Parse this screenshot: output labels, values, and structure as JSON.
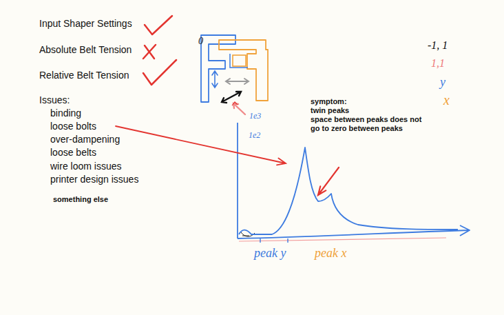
{
  "diagram": {
    "labels": [
      "Input Shaper Settings",
      "Absolute Belt Tension",
      "Relative Belt Tension",
      "Issues:",
      "binding",
      "loose bolts",
      "over-dampening",
      "loose belts",
      "wire loom issues",
      "printer design issues",
      "something else",
      "0",
      "-1, 1",
      "1,1",
      "y",
      "x",
      "symptom:",
      "twin peaks",
      "space between peaks does not go to zero between peaks",
      "1e3",
      "1e2",
      "peak y",
      "peak x"
    ]
  }
}
